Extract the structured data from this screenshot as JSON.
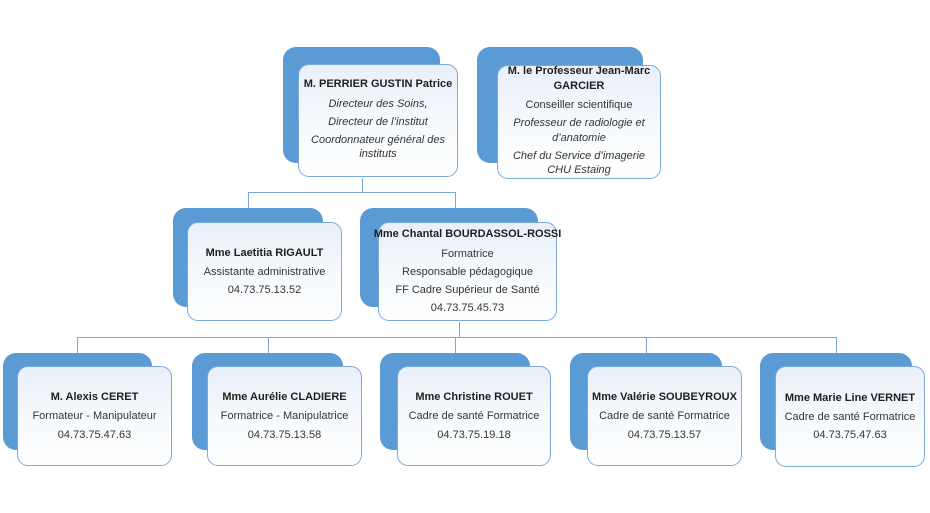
{
  "colors": {
    "accent_blue": "#5b9bd5",
    "card_border": "#7aa9dc",
    "connector_line": "#7da7dc"
  },
  "org": {
    "top": [
      {
        "name": "M. PERRIER GUSTIN Patrice",
        "roles": [
          "Directeur des Soins,",
          "Directeur de l’institut",
          "Coordonnateur général des instituts"
        ]
      },
      {
        "name": "M. le Professeur Jean-Marc GARCIER",
        "roles": [
          "Conseiller scientifique",
          "Professeur de radiologie et d’anatomie",
          "Chef du Service d’imagerie CHU Estaing"
        ]
      }
    ],
    "middle": [
      {
        "name": "Mme Laetitia RIGAULT",
        "roles": [
          "Assistante administrative"
        ],
        "phone": "04.73.75.13.52"
      },
      {
        "name": "Mme Chantal BOURDASSOL-ROSSI",
        "roles": [
          "Formatrice",
          "Responsable pédagogique",
          "FF Cadre Supérieur de Santé"
        ],
        "phone": "04.73.75.45.73"
      }
    ],
    "bottom": [
      {
        "name": "M. Alexis CERET",
        "roles": [
          "Formateur - Manipulateur"
        ],
        "phone": "04.73.75.47.63"
      },
      {
        "name": "Mme Aurélie CLADIERE",
        "roles": [
          "Formatrice - Manipulatrice"
        ],
        "phone": "04.73.75.13.58"
      },
      {
        "name": "Mme Christine ROUET",
        "roles": [
          "Cadre de santé Formatrice"
        ],
        "phone": "04.73.75.19.18"
      },
      {
        "name": "Mme Valérie SOUBEYROUX",
        "roles": [
          "Cadre de santé Formatrice"
        ],
        "phone": "04.73.75.13.57"
      },
      {
        "name": "Mme Marie Line VERNET",
        "roles": [
          "Cadre de santé Formatrice"
        ],
        "phone": "04.73.75.47.63"
      }
    ]
  }
}
